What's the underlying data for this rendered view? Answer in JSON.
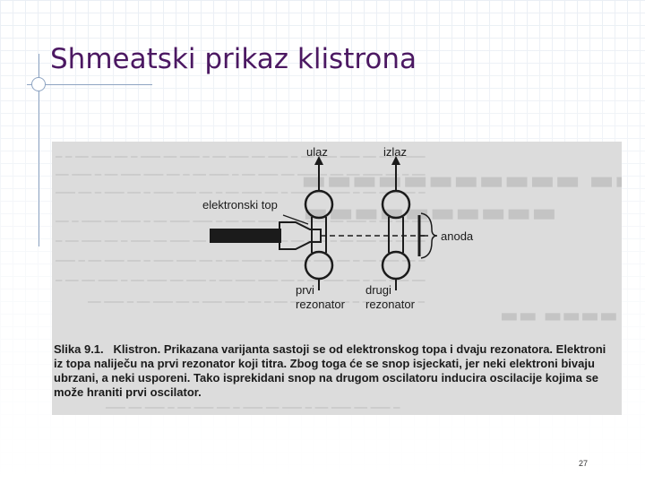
{
  "slide": {
    "title": "Shmeatski prikaz klistrona",
    "page_number": "27"
  },
  "figure": {
    "labels": {
      "ulaz": "ulaz",
      "izlaz": "izlaz",
      "elektronski_top": "elektronski top",
      "anoda": "anoda",
      "prvi": "prvi",
      "prvi_rezonator": "rezonator",
      "drugi": "drugi",
      "drugi_rezonator": "rezonator"
    },
    "caption_label": "Slika 9.1.",
    "caption_text": "Klistron. Prikazana varijanta sastoji se od elektronskog topa i dvaju rezonatora. Elektroni iz topa naliječu na prvi rezonator koji titra. Zbog toga će se snop isjeckati, jer neki elektroni bivaju ubrzani, a neki usporeni. Tako isprekidani snop na drugom oscilatoru inducira oscilacije kojima se može hraniti prvi oscilator."
  },
  "colors": {
    "title": "#4b1862",
    "scan_background": "#dcdcdc",
    "ink": "#1b1b1b"
  }
}
